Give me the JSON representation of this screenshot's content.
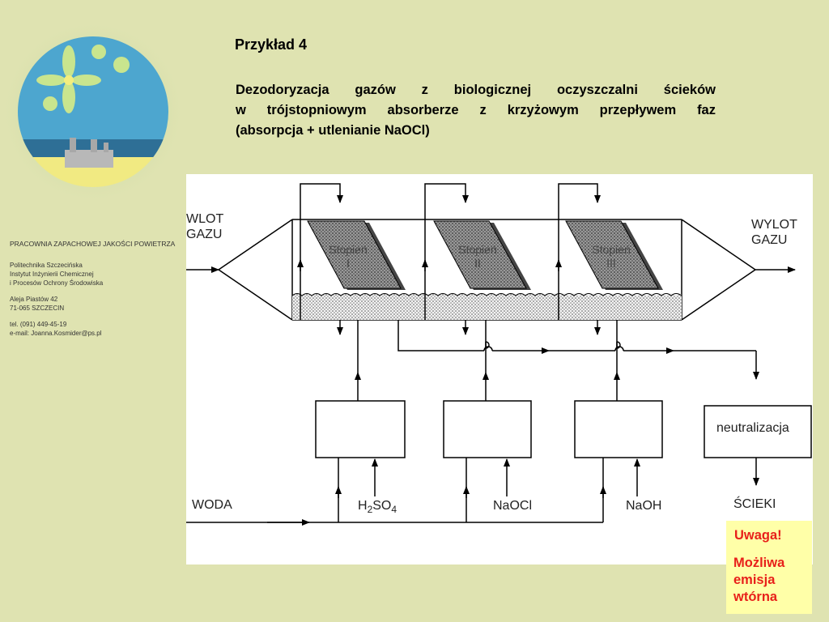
{
  "slide": {
    "title": "Przykład 4",
    "subtitle_lines": [
      "Dezodoryzacja gazów z biologicznej oczyszczalni ścieków",
      "w trójstopniowym absorberze z krzyżowym przepływem faz",
      "(absorpcja + utlenianie NaOCl)"
    ]
  },
  "sidebar": {
    "heading": "PRACOWNIA ZAPACHOWEJ JAKOŚCI POWIETRZA",
    "institution": [
      "Politechnika Szczecińska",
      "Instytut Inżynierii Chemicznej",
      "i Procesów Ochrony Środowiska"
    ],
    "address": [
      "Aleja Piastów 42",
      "71-065 SZCZECIN"
    ],
    "contact": [
      "tel. (091) 449-45-19",
      "e-mail: Joanna.Kosmider@ps.pl"
    ]
  },
  "diagram": {
    "gas_inlet": [
      "WLOT",
      "GAZU"
    ],
    "gas_outlet": [
      "WYLOT",
      "GAZU"
    ],
    "stages": [
      {
        "name": "Stopień",
        "numeral": "I"
      },
      {
        "name": "Stopień",
        "numeral": "II"
      },
      {
        "name": "Stopień",
        "numeral": "III"
      }
    ],
    "water": "WODA",
    "reagents": [
      {
        "main": "H",
        "sub1": "2",
        "mid": "SO",
        "sub2": "4"
      },
      {
        "main": "NaOCl"
      },
      {
        "main": "NaOH"
      }
    ],
    "neutralization": "neutralizacja",
    "wastewater": "ŚCIEKI"
  },
  "note": {
    "heading": "Uwaga!",
    "body": [
      "Możliwa",
      "emisja",
      "wtórna"
    ]
  },
  "colors": {
    "background": "#dfe3b1",
    "note_background": "#ffffa8",
    "note_text": "#e8201a"
  }
}
